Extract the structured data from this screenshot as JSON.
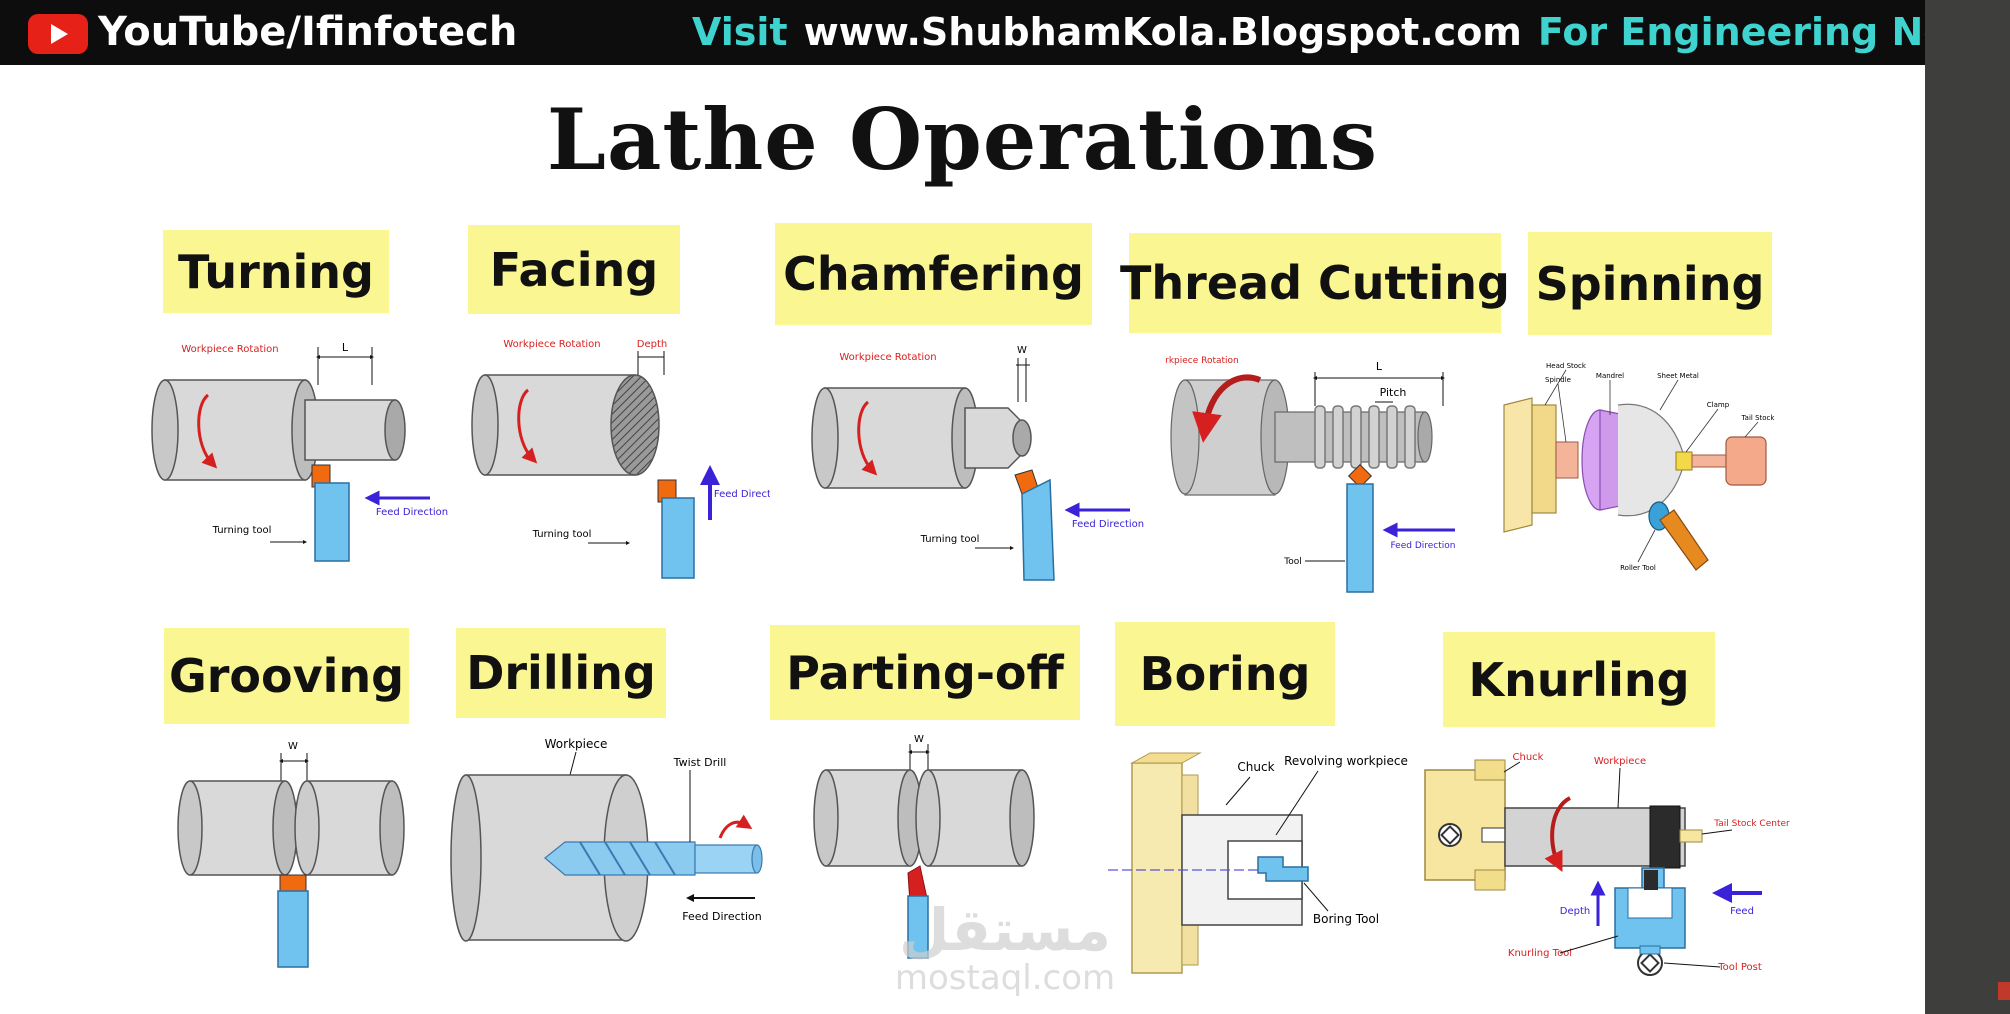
{
  "header": {
    "youtube_label": "YouTube/Ifinfotech",
    "visit": "Visit",
    "url": "www.ShubhamKola.Blogspot.com",
    "tagline": "For Engineering Notes"
  },
  "title": "Lathe Operations",
  "operations": [
    {
      "label": "Turning",
      "annotations": {
        "rotation": "Workpiece Rotation",
        "length": "L",
        "tool": "Turning tool",
        "feed": "Feed Direction"
      }
    },
    {
      "label": "Facing",
      "annotations": {
        "rotation": "Workpiece Rotation",
        "depth": "Depth",
        "tool": "Turning tool",
        "feed": "Feed Direction"
      }
    },
    {
      "label": "Chamfering",
      "annotations": {
        "rotation": "Workpiece Rotation",
        "width": "W",
        "tool": "Turning tool",
        "feed": "Feed Direction"
      }
    },
    {
      "label": "Thread Cutting",
      "annotations": {
        "rotation": "Workpiece Rotation",
        "length": "L",
        "pitch": "Pitch",
        "tool": "Tool",
        "feed": "Feed Direction"
      }
    },
    {
      "label": "Spinning",
      "annotations": {
        "headstock": "Head Stock",
        "spindle": "Spindle",
        "mandrel": "Mandrel",
        "sheet": "Sheet Metal",
        "clamp": "Clamp",
        "tailstock": "Tail Stock",
        "roller": "Roller Tool"
      }
    },
    {
      "label": "Grooving",
      "annotations": {
        "width": "W"
      }
    },
    {
      "label": "Drilling",
      "annotations": {
        "workpiece": "Workpiece",
        "drill": "Twist Drill",
        "feed": "Feed Direction"
      }
    },
    {
      "label": "Parting-off",
      "annotations": {
        "width": "W"
      }
    },
    {
      "label": "Boring",
      "annotations": {
        "chuck": "Chuck",
        "workpiece": "Revolving workpiece",
        "tool": "Boring Tool"
      }
    },
    {
      "label": "Knurling",
      "annotations": {
        "chuck": "Chuck",
        "workpiece": "Workpiece",
        "tailstock": "Tail Stock Center",
        "depth": "Depth",
        "feed": "Feed",
        "tool": "Knurling Tool",
        "post": "Tool Post"
      }
    }
  ],
  "watermark": {
    "arabic": "مستقل",
    "latin": "mostaql.com"
  },
  "colors": {
    "label_bg": "#faf691",
    "header_accent": "#3fd3d0",
    "tool_blue": "#6fc3ee",
    "insert_orange": "#f26a10",
    "arrow_red": "#d62020",
    "arrow_blue": "#3a22d8"
  }
}
